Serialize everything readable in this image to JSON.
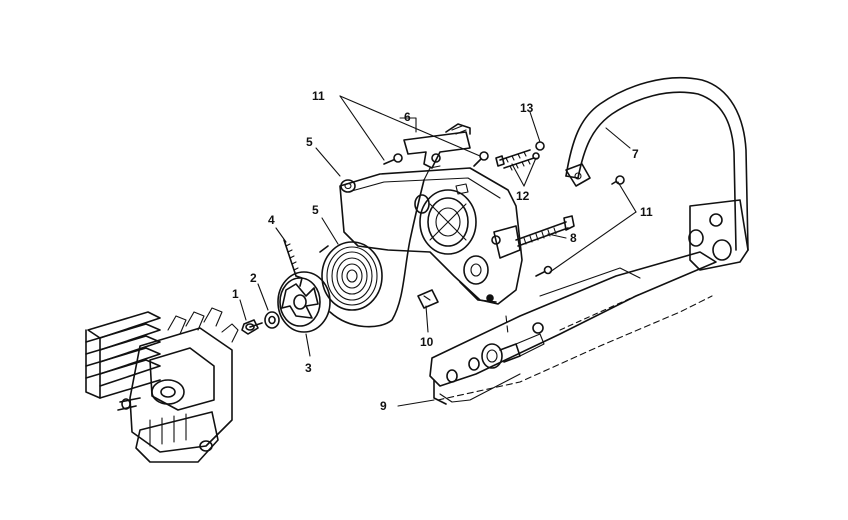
{
  "diagram": {
    "callouts": {
      "c1": "1",
      "c2": "2",
      "c3": "3",
      "c4": "4",
      "c5a": "5",
      "c5b": "5",
      "c6": "6",
      "c7": "7",
      "c8": "8",
      "c9": "9",
      "c10": "10",
      "c11a": "11",
      "c11b": "11",
      "c12": "12",
      "c13": "13"
    }
  }
}
